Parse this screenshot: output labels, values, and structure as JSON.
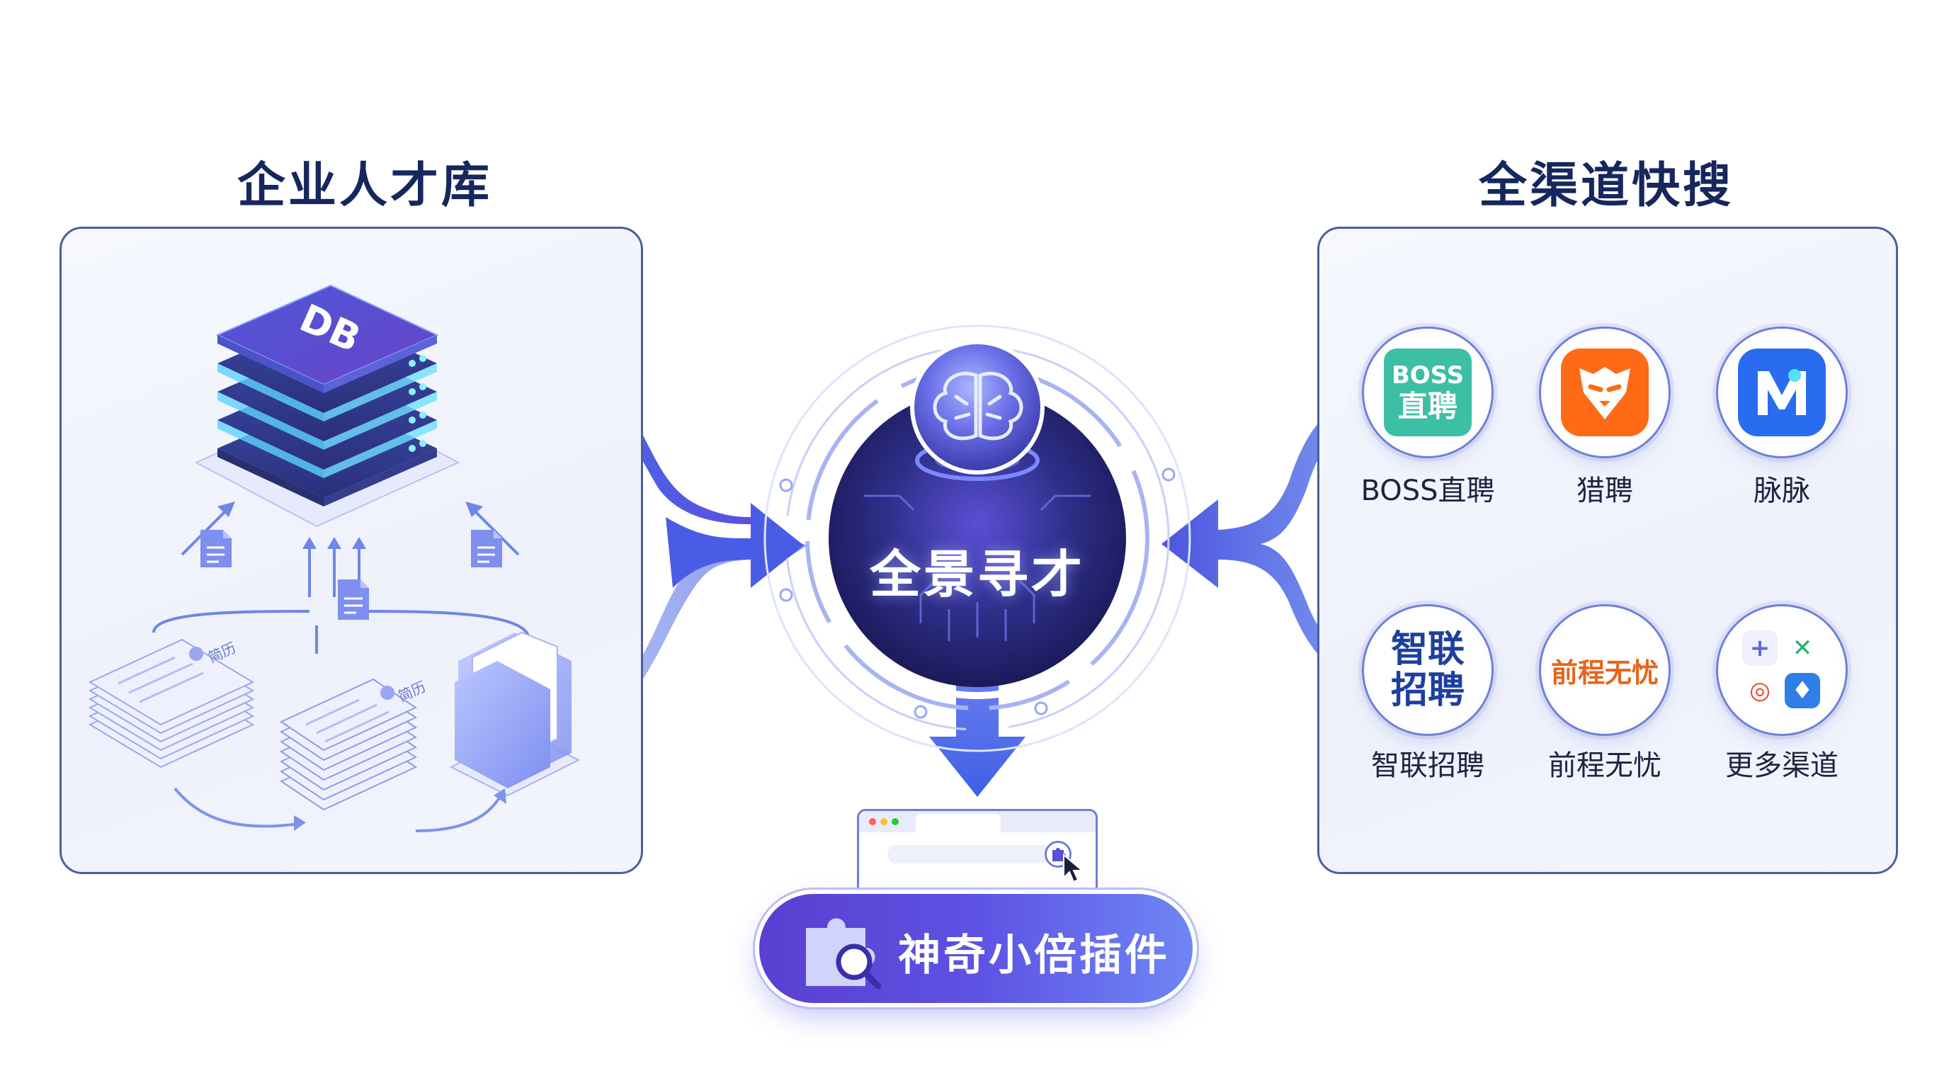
{
  "left_section": {
    "title": "企业人才库",
    "db_label": "DB",
    "resume_label": "简历"
  },
  "right_section": {
    "title": "全渠道快搜",
    "channels": [
      {
        "name": "BOSS直聘",
        "logo_lines": [
          "BOSS",
          "直聘"
        ],
        "logo_color": "#3dbfa5",
        "logo_text_color": "#ffffff"
      },
      {
        "name": "猎聘",
        "logo_icon": "lion-icon",
        "logo_color": "#ff6a16"
      },
      {
        "name": "脉脉",
        "logo_icon": "maimai-m-icon",
        "logo_color": "#2a6cf0"
      },
      {
        "name": "智联招聘",
        "logo_lines": [
          "智联",
          "招聘"
        ],
        "logo_text_color": "#1d3fa0"
      },
      {
        "name": "前程无忧",
        "logo_lines": [
          "前程无忧"
        ],
        "logo_text_color": "#e8641b"
      },
      {
        "name": "更多渠道",
        "logo_icon": "more-channels-grid-icon",
        "chips": [
          "+",
          "✕",
          "◎",
          "♦"
        ]
      }
    ]
  },
  "center": {
    "title": "全景寻才",
    "icon": "brain-icon"
  },
  "plugin": {
    "label": "神奇小倍插件",
    "icon": "puzzle-search-icon"
  },
  "colors": {
    "navy": "#15275c",
    "accent_purple": "#5a3fd0",
    "accent_blue": "#3f6ee8",
    "panel_border": "#4b5f9f"
  }
}
